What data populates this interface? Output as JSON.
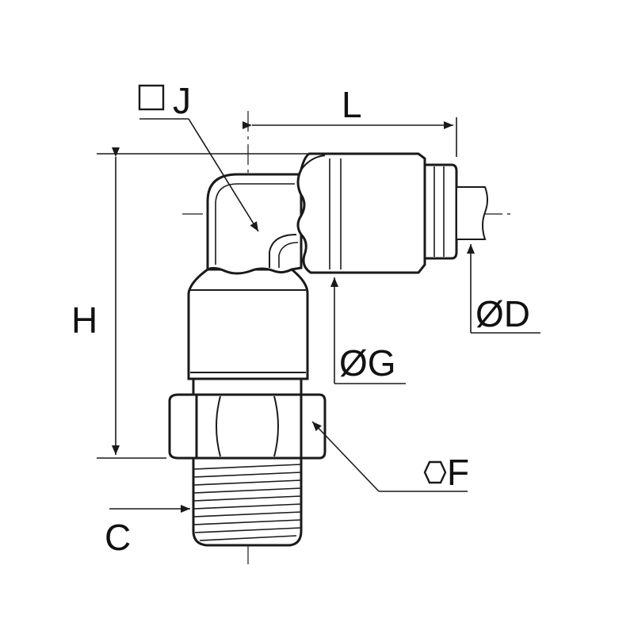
{
  "diagram": {
    "stroke_color": "#1a1a1a",
    "background": "#ffffff",
    "dimensions": {
      "j": "J",
      "l": "L",
      "h": "H",
      "d": "ØD",
      "g": "ØG",
      "f": "F",
      "c": "C"
    },
    "symbols": {
      "j": "square-icon",
      "f": "hexagon-icon"
    }
  }
}
